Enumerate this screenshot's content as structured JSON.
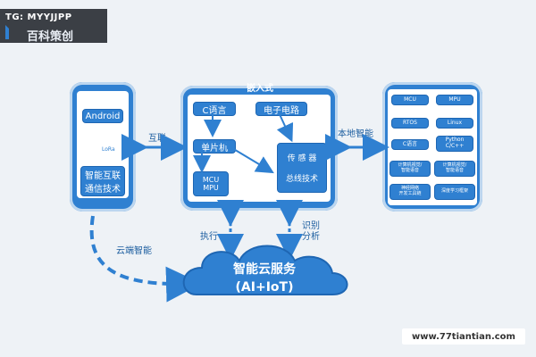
{
  "watermark_top": {
    "tag": "TG: MYYJJPP",
    "name": "百科策创"
  },
  "left_panel": {
    "android": "Android",
    "lora": "LoRa",
    "bottom_box": "智能互联\n通信技术"
  },
  "mid_panel": {
    "title": "嵌入式",
    "c_lang": "C语言",
    "circuit": "电子电路",
    "mcu_single": "单片机",
    "mcu_mpu": "MCU\nMPU",
    "sensor": "传 感 器\n\n总线技术"
  },
  "right_panel": {
    "mcu": "MCU",
    "mpu": "MPU",
    "rtos": "RTOS",
    "linux": "Linux",
    "clang": "C语言",
    "python": "Python\nC/C++",
    "cv1": "计算机视觉/\n智能语音",
    "cv2": "计算机视觉/\n智能语音",
    "nn": "神经网络\n开发工具链",
    "dl": "深度学习框架"
  },
  "edges": {
    "left_mid": "互联",
    "mid_right": "本地智能",
    "exec": "执行",
    "ident": "识别\n分析",
    "cloud_link": "云端智能"
  },
  "cloud": {
    "line1": "智能云服务",
    "line2": "(AI+IoT)"
  },
  "watermark_bottom": {
    "url": "www.77tiantian.com"
  },
  "colors": {
    "primary": "#2f80d1",
    "accent": "#1e5fa0",
    "cloud": "#2f80d1"
  }
}
